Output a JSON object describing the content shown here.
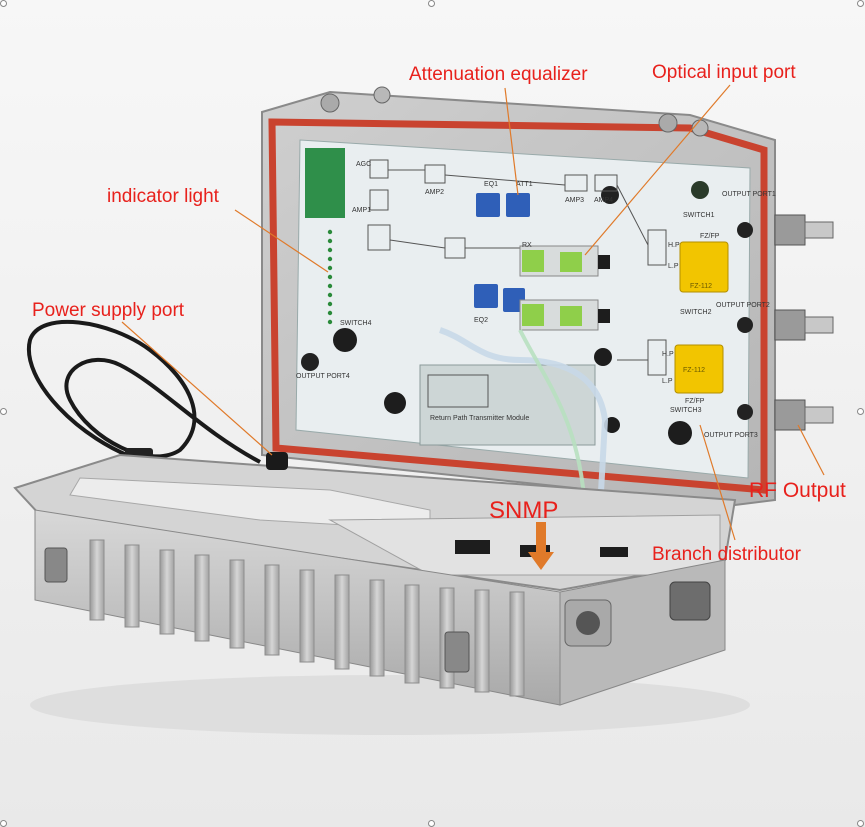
{
  "annotations": {
    "attenuation_equalizer": "Attenuation equalizer",
    "optical_input_port": "Optical input port",
    "indicator_light": "indicator light",
    "power_supply_port": "Power supply port",
    "snmp": "SNMP",
    "rf_output": "RF Output",
    "branch_distributor": "Branch distributor"
  },
  "board_labels": {
    "output_port1": "OUTPUT PORT1",
    "output_port2": "OUTPUT PORT2",
    "output_port3": "OUTPUT PORT3",
    "output_port4": "OUTPUT PORT4",
    "eq1": "EQ1",
    "att1": "ATT1",
    "eq2": "EQ2",
    "amp2": "AMP2",
    "amp3": "AMP3",
    "amp4": "AMP4",
    "amp1": "AMP1",
    "agc": "AGC",
    "rx": "RX",
    "switch1": "SWITCH1",
    "switch2": "SWITCH2",
    "switch3": "SWITCH3",
    "switch4": "SWITCH4",
    "fzfp_top": "FZ/FP",
    "fzfp_bottom": "FZ/FP",
    "hp_top": "H.P",
    "lp_top": "L.P",
    "hp_bottom": "H.P",
    "lp_bottom": "L.P",
    "fz112_top": "FZ-112",
    "fz112_bottom": "FZ-112",
    "return_module": "Return Path Transmitter Module"
  },
  "colors": {
    "annotation_red": "#e8211c",
    "gasket_red": "#c9432f",
    "snmp_arrow": "#e07a2a",
    "splitter_yellow": "#f2c500",
    "connector_blue": "#2f5fb8",
    "connector_green": "#8fcf4a"
  }
}
